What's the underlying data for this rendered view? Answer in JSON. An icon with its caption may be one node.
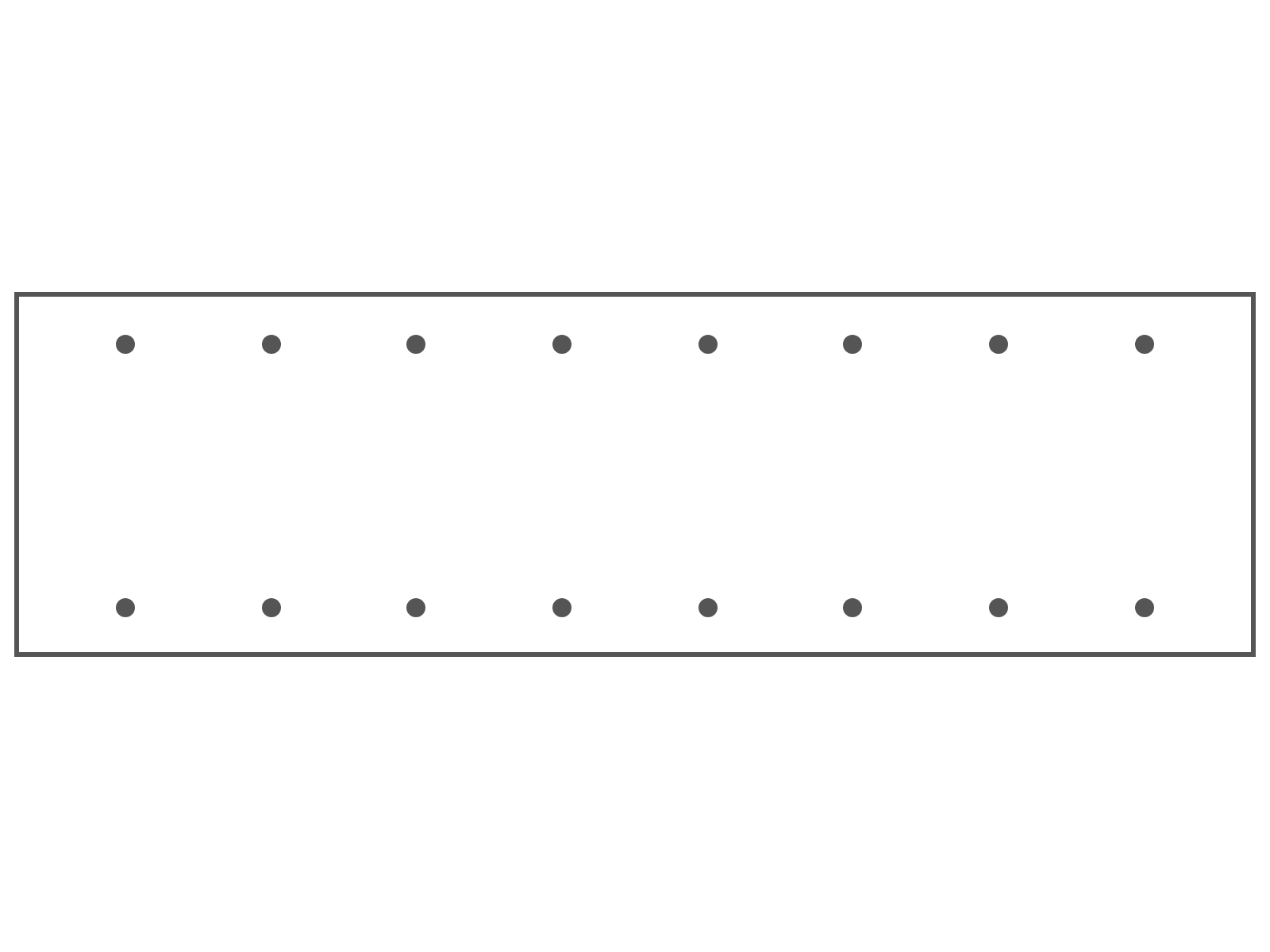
{
  "diagram": {
    "nodes": [
      {
        "text": [],
        "shape": "box"
      },
      {
        "text": [],
        "shape": "circle",
        "in": 0
      },
      {
        "text": [],
        "shape": "circle",
        "in": 0
      },
      {
        "text": [],
        "shape": "circle",
        "in": 0
      },
      {
        "text": [],
        "shape": "circle",
        "in": 0
      },
      {
        "text": [],
        "shape": "circle",
        "in": 0
      },
      {
        "text": [],
        "shape": "circle",
        "in": 0
      },
      {
        "text": [],
        "shape": "circle",
        "in": 0
      },
      {
        "text": [],
        "shape": "circle",
        "in": 0
      },
      {
        "text": [],
        "shape": "circle",
        "in": 0
      },
      {
        "text": [],
        "shape": "circle",
        "in": 0
      },
      {
        "text": [],
        "shape": "circle",
        "in": 0
      },
      {
        "text": [],
        "shape": "circle",
        "in": 0
      },
      {
        "text": [],
        "shape": "circle",
        "in": 0
      },
      {
        "text": [],
        "shape": "circle",
        "in": 0
      },
      {
        "text": [],
        "shape": "circle",
        "in": 0
      },
      {
        "text": [],
        "shape": "circle",
        "in": 0
      }
    ]
  }
}
